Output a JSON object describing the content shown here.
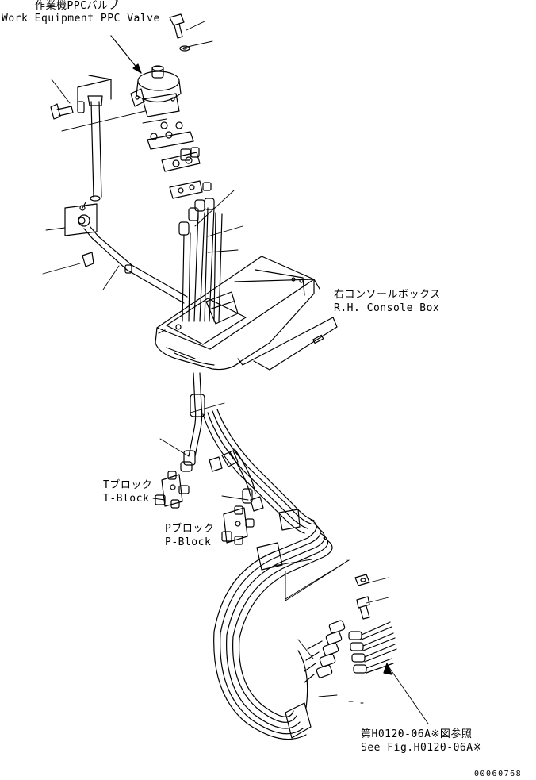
{
  "labels": {
    "ppc_valve_ja": "作業機PPCバルブ",
    "ppc_valve_en": "Work Equipment PPC Valve",
    "console_ja": "右コンソールボックス",
    "console_en": "R.H. Console Box",
    "t_block_ja": "Tブロック",
    "t_block_en": "T-Block",
    "p_block_ja": "Pブロック",
    "p_block_en": "P-Block",
    "see_fig_ja": "第H0120-06A※図参照",
    "see_fig_en": "See Fig.H0120-06A※",
    "drawing_number": "00060768"
  },
  "colors": {
    "ink": "#000000",
    "paper": "#ffffff"
  }
}
